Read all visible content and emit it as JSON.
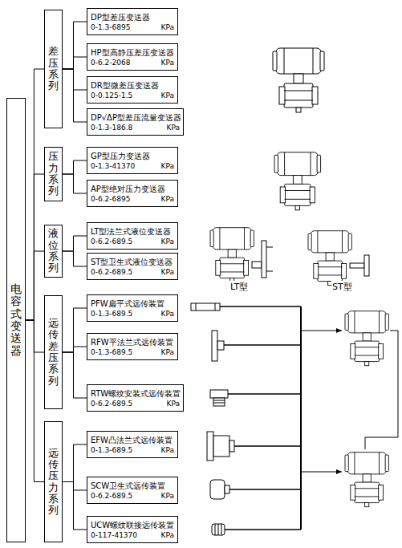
{
  "diagram": {
    "nodes": [
      {
        "text": [
          "电容式变送器"
        ]
      },
      {
        "text": [
          "差压系列"
        ]
      },
      {
        "text": [
          "DP型差压变送器",
          "0-1.3-6895",
          "KPa"
        ]
      },
      {
        "text": [
          "HP型高静压差压变送器",
          "0-6.2-2068",
          "KPa"
        ]
      },
      {
        "text": [
          "DR型微差压变送器",
          "0-0.125-1.5",
          "KPa"
        ]
      },
      {
        "text": [
          "DP√ΔP型差压流量变送器",
          "0-1.3-186.8",
          "KPa"
        ]
      },
      {
        "text": [
          "压力系列"
        ]
      },
      {
        "text": [
          "GP型压力变送器",
          "0-1.3-41370",
          "KPa"
        ]
      },
      {
        "text": [
          "AP型绝对压力变送器",
          "0-6.2-6895",
          "KPa"
        ]
      },
      {
        "text": [
          "液位系列"
        ]
      },
      {
        "text": [
          "LT型法兰式液位变送器",
          "0-6.2-689.5",
          "KPa"
        ]
      },
      {
        "text": [
          "ST型卫生式液位变送器",
          "0-6.2-689.5",
          "KPa"
        ]
      },
      {
        "text": [
          "远传差压系列"
        ]
      },
      {
        "text": [
          "PFW扁平式远传装置",
          "0-1.3-689.5",
          "KPa"
        ]
      },
      {
        "text": [
          "RFW平法兰式远传装置",
          "0-1.3-689.5",
          "KPa"
        ]
      },
      {
        "text": [
          "RTW螺纹安装式远传装置",
          "0-6.2-689.5",
          "KPa"
        ]
      },
      {
        "text": [
          "远传压力系列"
        ]
      },
      {
        "text": [
          "EFW凸法兰式远传装置",
          "0-1.3-689.5",
          "KPa"
        ]
      },
      {
        "text": [
          "SCW卫生式远传装置",
          "0-6.2-689.5",
          "KPa"
        ]
      },
      {
        "text": [
          "UCW螺纹联接远传装置",
          "0-117-41370",
          "KPa"
        ]
      }
    ],
    "edges": [
      {
        "from": 0,
        "to": 1,
        "arrow": "none"
      },
      {
        "from": 0,
        "to": 6,
        "arrow": "none"
      },
      {
        "from": 0,
        "to": 9,
        "arrow": "none"
      },
      {
        "from": 0,
        "to": 12,
        "arrow": "none"
      },
      {
        "from": 0,
        "to": 16,
        "arrow": "none"
      },
      {
        "from": 1,
        "to": 2,
        "arrow": "none"
      },
      {
        "from": 1,
        "to": 3,
        "arrow": "none"
      },
      {
        "from": 1,
        "to": 4,
        "arrow": "none"
      },
      {
        "from": 1,
        "to": 5,
        "arrow": "none"
      },
      {
        "from": 6,
        "to": 7,
        "arrow": "none"
      },
      {
        "from": 6,
        "to": 8,
        "arrow": "none"
      },
      {
        "from": 9,
        "to": 10,
        "arrow": "none"
      },
      {
        "from": 9,
        "to": 11,
        "arrow": "none"
      },
      {
        "from": 12,
        "to": 13,
        "arrow": "none"
      },
      {
        "from": 12,
        "to": 14,
        "arrow": "none"
      },
      {
        "from": 12,
        "to": 15,
        "arrow": "none"
      },
      {
        "from": 16,
        "to": 17,
        "arrow": "none"
      },
      {
        "from": 16,
        "to": 18,
        "arrow": "none"
      },
      {
        "from": 16,
        "to": 19,
        "arrow": "none"
      }
    ],
    "labels": [
      "LT型",
      "ST型"
    ]
  }
}
